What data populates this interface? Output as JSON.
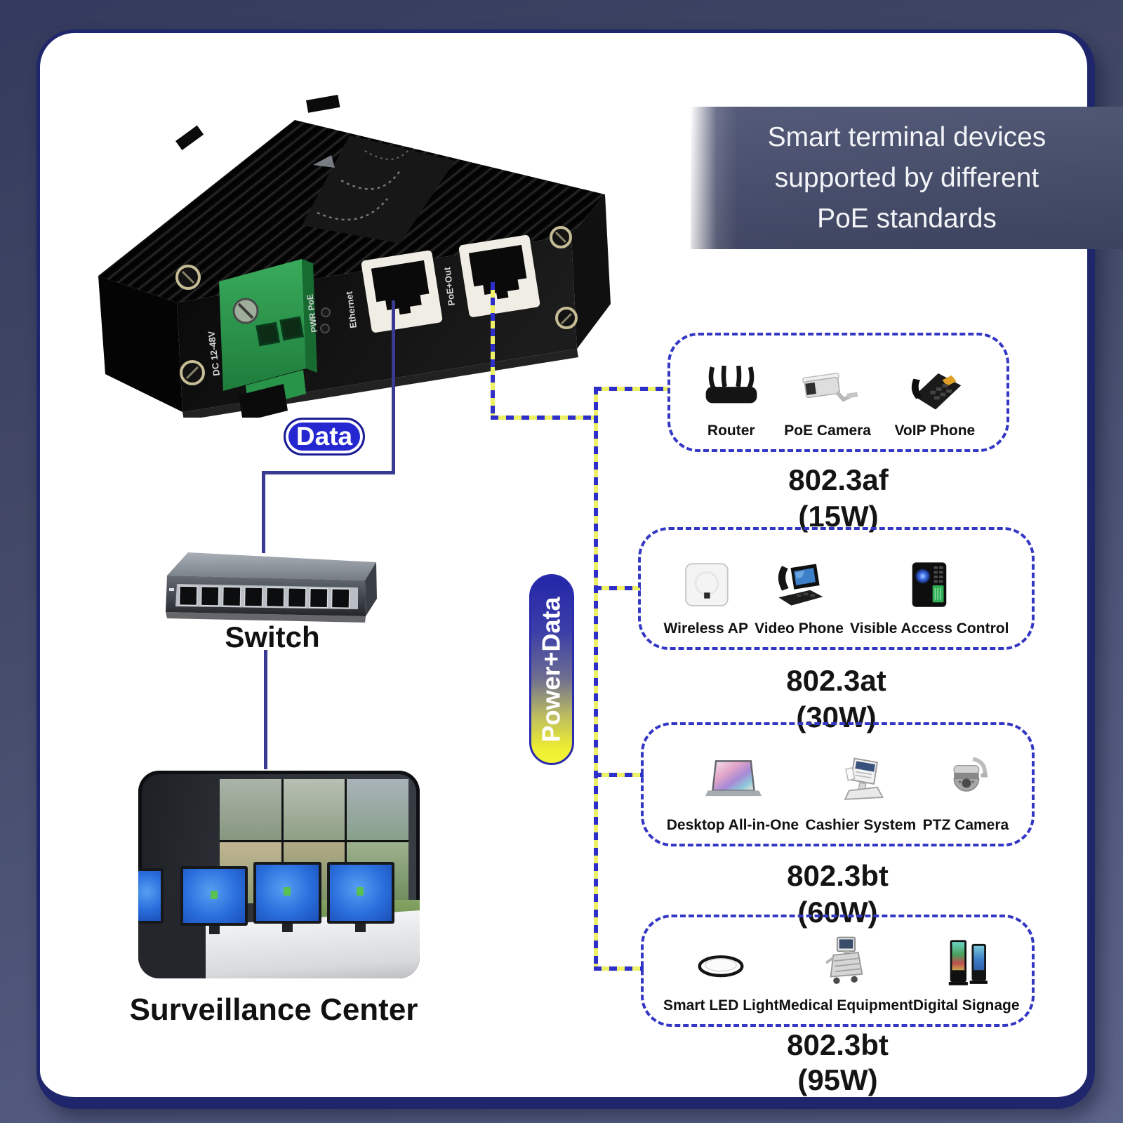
{
  "banner": {
    "line1": "Smart terminal devices",
    "line2": "supported by different",
    "line3": "PoE standards"
  },
  "injector": {
    "dc_label": "DC 12-48V",
    "pwr_label": "PWR PoE",
    "ethernet_label": "Ethernet",
    "poe_out_label": "PoE+Out"
  },
  "connections": {
    "data_label": "Data",
    "power_data_label": "Power+Data"
  },
  "network": {
    "switch_label": "Switch",
    "surveillance_label": "Surveillance Center"
  },
  "groups": [
    {
      "standard": "802.3af",
      "wattage": "(15W)",
      "devices": [
        {
          "name": "Router",
          "icon": "router-icon"
        },
        {
          "name": "PoE Camera",
          "icon": "poe-camera-icon"
        },
        {
          "name": "VoIP Phone",
          "icon": "voip-phone-icon"
        }
      ]
    },
    {
      "standard": "802.3at",
      "wattage": "(30W)",
      "devices": [
        {
          "name": "Wireless AP",
          "icon": "wireless-ap-icon"
        },
        {
          "name": "Video Phone",
          "icon": "video-phone-icon"
        },
        {
          "name": "Visible Access Control",
          "icon": "access-control-icon"
        }
      ]
    },
    {
      "standard": "802.3bt",
      "wattage": "(60W)",
      "devices": [
        {
          "name": "Desktop All-in-One",
          "icon": "desktop-all-in-one-icon"
        },
        {
          "name": "Cashier System",
          "icon": "cashier-system-icon"
        },
        {
          "name": "PTZ Camera",
          "icon": "ptz-camera-icon"
        }
      ]
    },
    {
      "standard": "802.3bt",
      "wattage": "(95W)",
      "devices": [
        {
          "name": "Smart LED Light",
          "icon": "led-light-icon"
        },
        {
          "name": "Medical Equipment",
          "icon": "medical-equipment-icon"
        },
        {
          "name": "Digital Signage",
          "icon": "digital-signage-icon"
        }
      ]
    }
  ],
  "colors": {
    "dash_blue": "#2d2fc8",
    "dash_yellow": "#eef065",
    "solid_line": "#3a3a92",
    "pill_blue": "#2527d0",
    "box_dash": "#3437c4",
    "banner_bg": "#474e6e",
    "frame_border": "#20266b"
  }
}
